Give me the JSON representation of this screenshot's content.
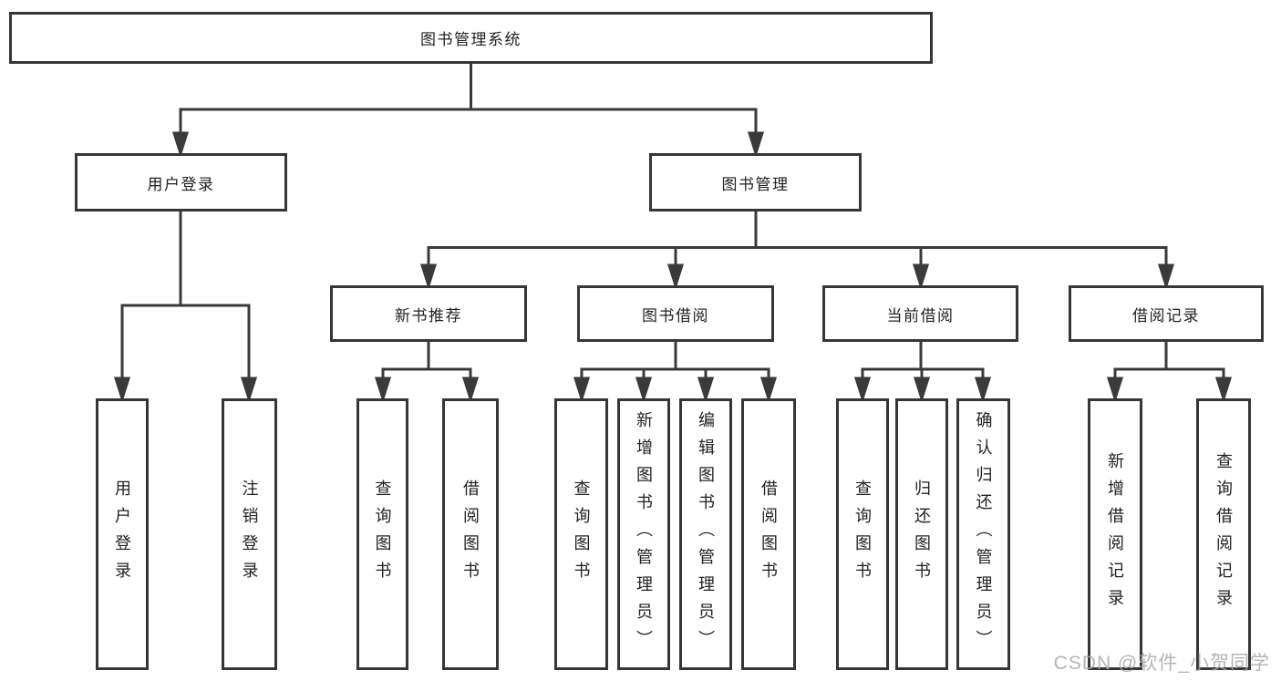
{
  "diagram": {
    "root": {
      "label": "图书管理系统"
    },
    "level2": [
      {
        "id": "user-login",
        "label": "用户登录"
      },
      {
        "id": "book-management",
        "label": "图书管理"
      }
    ],
    "level3": [
      {
        "id": "new-book-recommend",
        "label": "新书推荐"
      },
      {
        "id": "book-borrowing",
        "label": "图书借阅"
      },
      {
        "id": "current-borrowing",
        "label": "当前借阅"
      },
      {
        "id": "borrowing-records",
        "label": "借阅记录"
      }
    ],
    "level4": [
      {
        "id": "user-login-action",
        "label": "用户登录",
        "parent": "user-login"
      },
      {
        "id": "logout-action",
        "label": "注销登录",
        "parent": "user-login"
      },
      {
        "id": "query-book-recommend",
        "label": "查询图书",
        "parent": "new-book-recommend"
      },
      {
        "id": "borrow-book-recommend",
        "label": "借阅图书",
        "parent": "new-book-recommend"
      },
      {
        "id": "query-book-borrowing",
        "label": "查询图书",
        "parent": "book-borrowing"
      },
      {
        "id": "add-book-admin",
        "label": "新增图书（管理员）",
        "parent": "book-borrowing"
      },
      {
        "id": "edit-book-admin",
        "label": "编辑图书（管理员）",
        "parent": "book-borrowing"
      },
      {
        "id": "borrow-book-borrowing",
        "label": "借阅图书",
        "parent": "book-borrowing"
      },
      {
        "id": "query-book-current",
        "label": "查询图书",
        "parent": "current-borrowing"
      },
      {
        "id": "return-book",
        "label": "归还图书",
        "parent": "current-borrowing"
      },
      {
        "id": "confirm-return-admin",
        "label": "确认归还（管理员）",
        "parent": "current-borrowing"
      },
      {
        "id": "add-borrow-record",
        "label": "新增借阅记录",
        "parent": "borrowing-records"
      },
      {
        "id": "query-borrow-record",
        "label": "查询借阅记录",
        "parent": "borrowing-records"
      }
    ]
  },
  "watermark": {
    "text": "CSDN @软件_小贺同学"
  },
  "colors": {
    "background": "#ffffff",
    "box_border": "#363636",
    "connector_line": "#3a3a3a",
    "text": "#222222",
    "watermark": "#a8a8a8"
  }
}
